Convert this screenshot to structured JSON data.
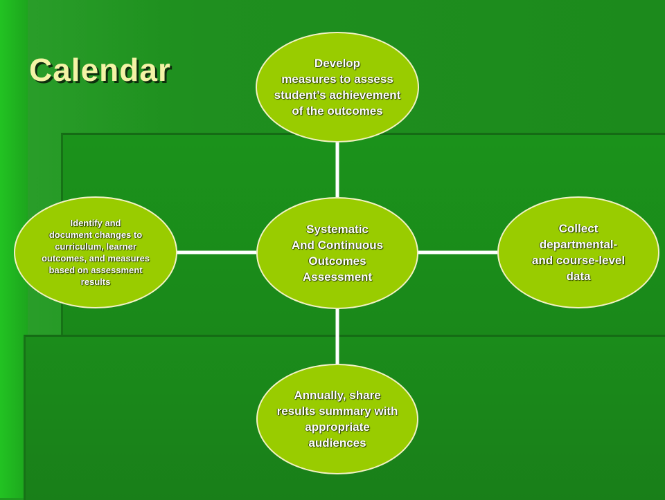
{
  "slide": {
    "title": "Calendar"
  },
  "diagram": {
    "center": {
      "text": "Systematic\nAnd Continuous\nOutcomes\nAssessment"
    },
    "top": {
      "text": "Develop\nmeasures to assess\nstudent’s achievement\nof the outcomes"
    },
    "right": {
      "text": "Collect\ndepartmental-\nand course-level\ndata"
    },
    "bottom": {
      "text": "Annually, share\nresults summary with\nappropriate\naudiences"
    },
    "left": {
      "text": "Identify and\ndocument changes to\ncurriculum, learner\noutcomes, and measures\nbased on assessment\nresults"
    }
  },
  "colors": {
    "node_fill": "#99cc00",
    "node_border": "#f2f2c4",
    "connector": "#ffffff",
    "title": "#f4f3a6",
    "background": "#1e9a1e"
  }
}
